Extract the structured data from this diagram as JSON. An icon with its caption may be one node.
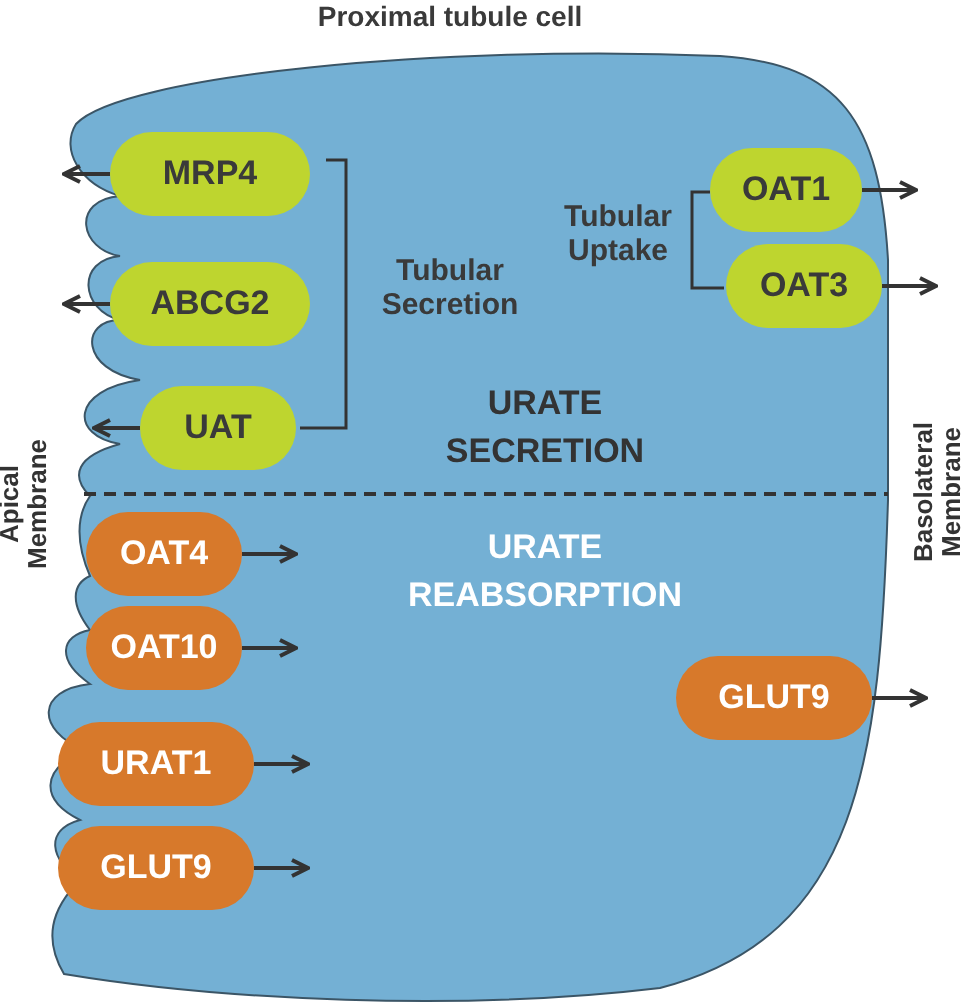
{
  "diagram": {
    "nodes": [
      {
        "text": [
          "Proximal tubule cell"
        ]
      },
      {
        "text": [
          "MRP4"
        ],
        "in": 0
      },
      {
        "text": [
          "ABCG2"
        ],
        "in": 0
      },
      {
        "text": [
          "UAT"
        ],
        "in": 0
      },
      {
        "text": [
          "OAT1"
        ],
        "in": 0
      },
      {
        "text": [
          "OAT3"
        ],
        "in": 0
      },
      {
        "text": [
          "OAT4"
        ],
        "in": 0
      },
      {
        "text": [
          "OAT10"
        ],
        "in": 0
      },
      {
        "text": [
          "URAT1"
        ],
        "in": 0
      },
      {
        "text": [
          "GLUT9"
        ],
        "in": 0
      },
      {
        "text": [
          "GLUT9"
        ],
        "in": 0
      }
    ],
    "edges": [
      {
        "from": 1,
        "to": null,
        "arrow": "to"
      },
      {
        "from": 2,
        "to": null,
        "arrow": "to"
      },
      {
        "from": 3,
        "to": null,
        "arrow": "to"
      },
      {
        "from": 4,
        "to": null,
        "arrow": "to"
      },
      {
        "from": 5,
        "to": null,
        "arrow": "to"
      },
      {
        "from": 6,
        "to": null,
        "arrow": "to"
      },
      {
        "from": 7,
        "to": null,
        "arrow": "to"
      },
      {
        "from": 8,
        "to": null,
        "arrow": "to"
      },
      {
        "from": 9,
        "to": null,
        "arrow": "to"
      },
      {
        "from": 10,
        "to": null,
        "arrow": "to"
      }
    ],
    "labels": [
      "Tubular Uptake",
      "Tubular Secretion",
      "URATE SECRETION",
      "Apical Membrane",
      "Basolateral Membrane",
      "URATE REABSORPTION"
    ]
  }
}
